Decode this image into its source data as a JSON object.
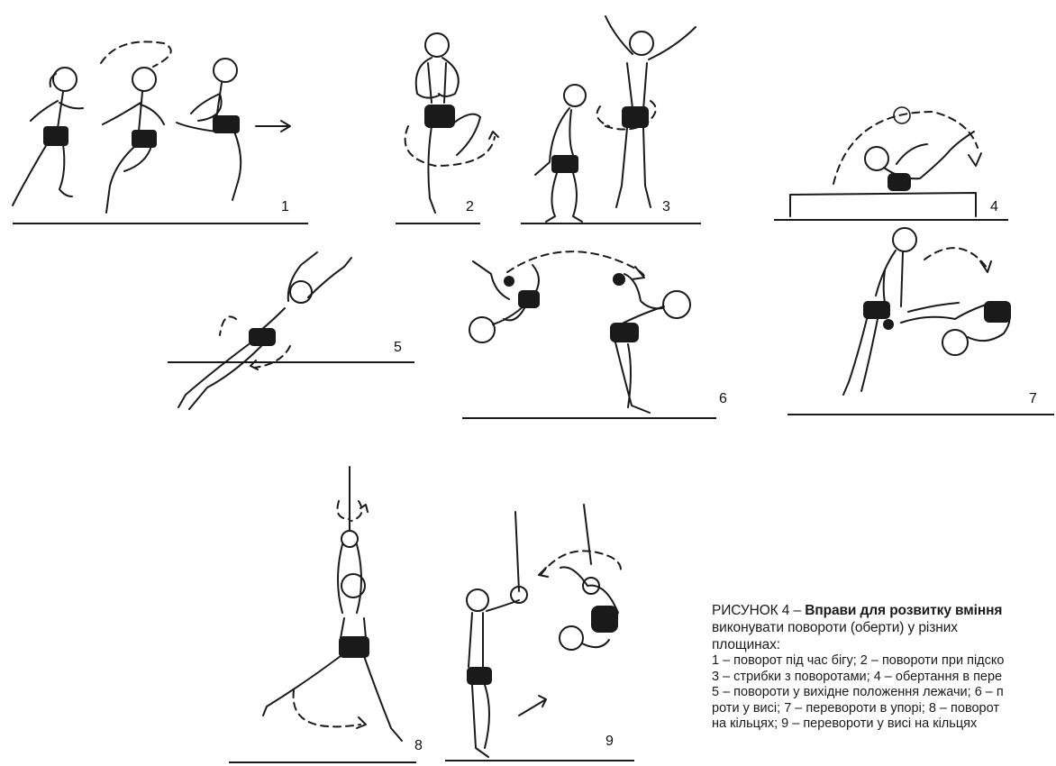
{
  "figure": {
    "panel_numbers": [
      "1",
      "2",
      "3",
      "4",
      "5",
      "6",
      "7",
      "8",
      "9"
    ],
    "caption": {
      "prefix": "РИСУНОК 4 – ",
      "title_lines": [
        "Вправи для розвитку вміння",
        "виконувати повороти (оберти) у різних",
        "площинах:"
      ],
      "description_lines": [
        "1 – поворот під час бігу; 2 – повороти при підско",
        "3 – стрибки з поворотами; 4 – обертання в пере",
        "5 – повороти у вихідне положення лежачи; 6 – п",
        "роти у висі; 7 – перевороти в упорі; 8 – поворот",
        "на кільцях; 9 – перевороти у висі на кільцях"
      ]
    }
  }
}
